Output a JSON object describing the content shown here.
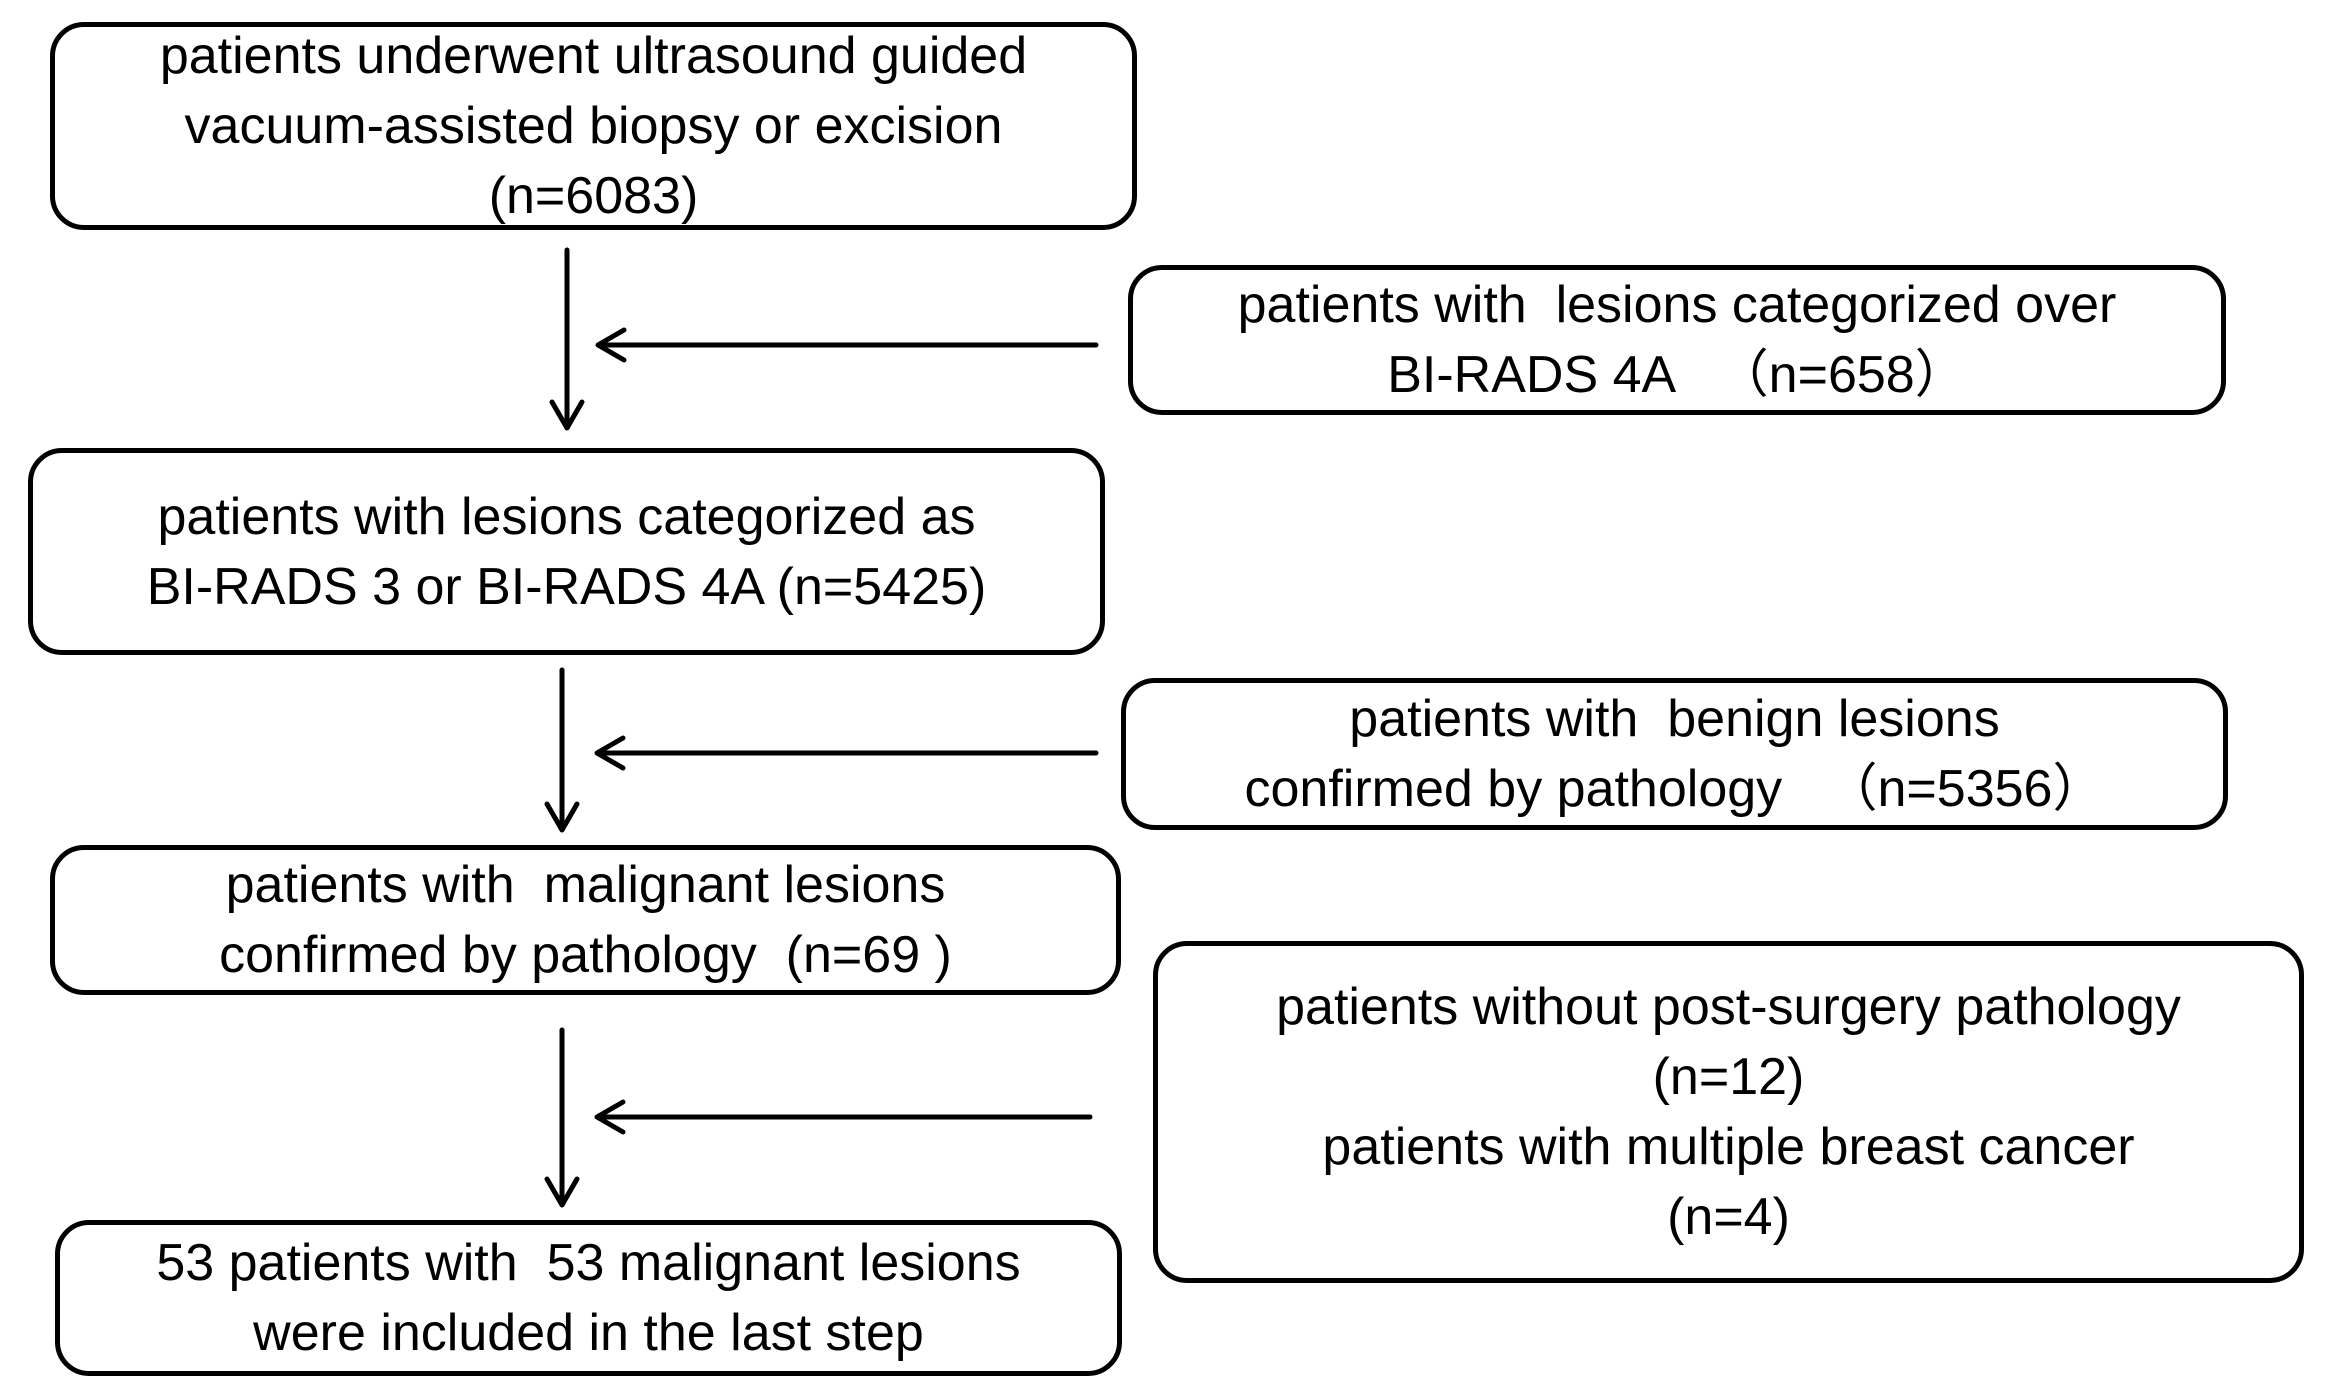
{
  "figure": {
    "type": "patient-flow-diagram",
    "background_color": "#ffffff",
    "line_color": "#000000"
  },
  "nodes": {
    "step1": {
      "text": "patients underwent ultrasound guided\nvacuum-assisted biopsy or excision\n(n=6083)",
      "n": 6083
    },
    "exclusion1": {
      "text": "patients with  lesions categorized over\nBI-RADS 4A   （n=658）",
      "n": 658
    },
    "step2": {
      "text": "patients with lesions categorized as\nBI-RADS 3 or BI-RADS 4A (n=5425)",
      "n": 5425
    },
    "exclusion2": {
      "text": "patients with  benign lesions\nconfirmed by pathology   （n=5356）",
      "n": 5356
    },
    "step3": {
      "text": "patients with  malignant lesions\nconfirmed by pathology  (n=69 )",
      "n": 69
    },
    "exclusion3": {
      "text": "patients without post-surgery pathology\n(n=12)\npatients with multiple breast cancer\n(n=4)",
      "n_without_pathology": 12,
      "n_multiple_breast_cancer": 4
    },
    "step4": {
      "text": "53 patients with  53 malignant lesions\nwere included in the last step",
      "n_patients": 53,
      "n_lesions": 53
    }
  }
}
